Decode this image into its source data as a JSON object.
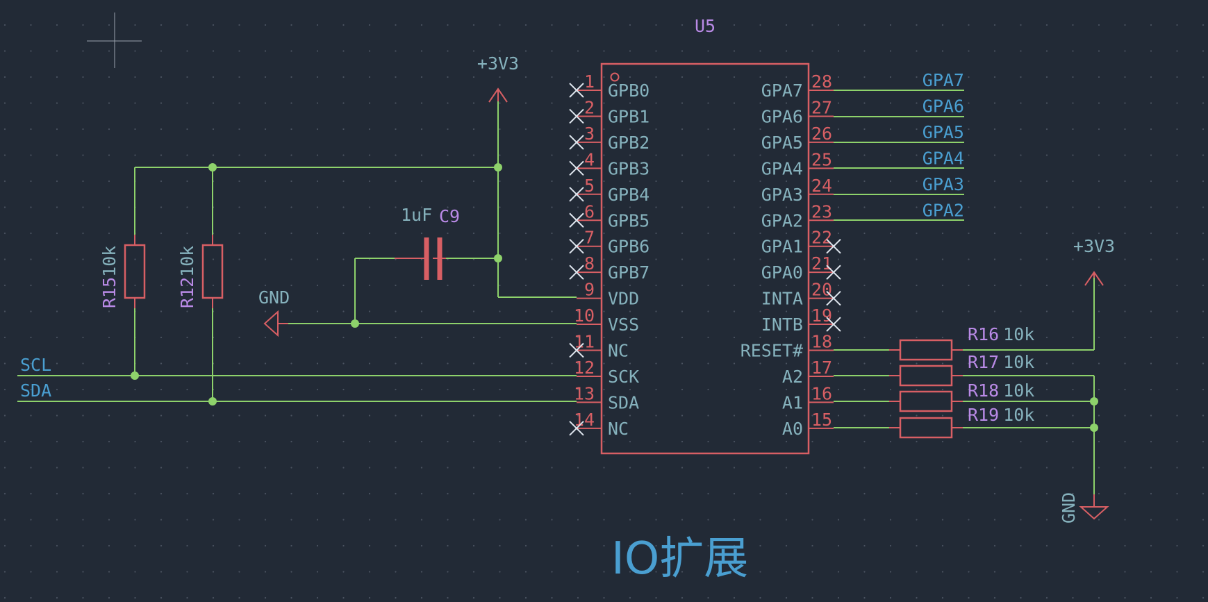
{
  "colors": {
    "background": "#222a36",
    "wire": "#8ed26b",
    "symbol": "#d85f64",
    "pin_name": "#86b2bd",
    "net_label": "#4a9fd1",
    "reference": "#b98ae6",
    "no_connect": "#dfe6ee"
  },
  "title": "IO扩展",
  "ic": {
    "ref": "U5",
    "left_pins": [
      {
        "num": "1",
        "name": "GPB0",
        "nc": true
      },
      {
        "num": "2",
        "name": "GPB1",
        "nc": true
      },
      {
        "num": "3",
        "name": "GPB2",
        "nc": true
      },
      {
        "num": "4",
        "name": "GPB3",
        "nc": true
      },
      {
        "num": "5",
        "name": "GPB4",
        "nc": true
      },
      {
        "num": "6",
        "name": "GPB5",
        "nc": true
      },
      {
        "num": "7",
        "name": "GPB6",
        "nc": true
      },
      {
        "num": "8",
        "name": "GPB7",
        "nc": true
      },
      {
        "num": "9",
        "name": "VDD",
        "nc": false
      },
      {
        "num": "10",
        "name": "VSS",
        "nc": false
      },
      {
        "num": "11",
        "name": "NC",
        "nc": true
      },
      {
        "num": "12",
        "name": "SCK",
        "nc": false
      },
      {
        "num": "13",
        "name": "SDA",
        "nc": false
      },
      {
        "num": "14",
        "name": "NC",
        "nc": true
      }
    ],
    "right_pins": [
      {
        "num": "28",
        "name": "GPA7",
        "nc": false
      },
      {
        "num": "27",
        "name": "GPA6",
        "nc": false
      },
      {
        "num": "26",
        "name": "GPA5",
        "nc": false
      },
      {
        "num": "25",
        "name": "GPA4",
        "nc": false
      },
      {
        "num": "24",
        "name": "GPA3",
        "nc": false
      },
      {
        "num": "23",
        "name": "GPA2",
        "nc": false
      },
      {
        "num": "22",
        "name": "GPA1",
        "nc": true
      },
      {
        "num": "21",
        "name": "GPA0",
        "nc": true
      },
      {
        "num": "20",
        "name": "INTA",
        "nc": true
      },
      {
        "num": "19",
        "name": "INTB",
        "nc": true
      },
      {
        "num": "18",
        "name": "RESET#",
        "nc": false
      },
      {
        "num": "17",
        "name": "A2",
        "nc": false
      },
      {
        "num": "16",
        "name": "A1",
        "nc": false
      },
      {
        "num": "15",
        "name": "A0",
        "nc": false
      }
    ]
  },
  "gpa_labels": [
    "GPA7",
    "GPA6",
    "GPA5",
    "GPA4",
    "GPA3",
    "GPA2"
  ],
  "net_labels": {
    "scl": "SCL",
    "sda": "SDA"
  },
  "power": {
    "v3v3_left": "+3V3",
    "v3v3_right": "+3V3",
    "gnd_left": "GND",
    "gnd_right": "GND"
  },
  "capacitor": {
    "ref": "C9",
    "value": "1uF"
  },
  "pullups": [
    {
      "ref": "R15",
      "value": "10k"
    },
    {
      "ref": "R12",
      "value": "10k"
    }
  ],
  "addr_resistors": [
    {
      "ref": "R16",
      "value": "10k"
    },
    {
      "ref": "R17",
      "value": "10k"
    },
    {
      "ref": "R18",
      "value": "10k"
    },
    {
      "ref": "R19",
      "value": "10k"
    }
  ]
}
